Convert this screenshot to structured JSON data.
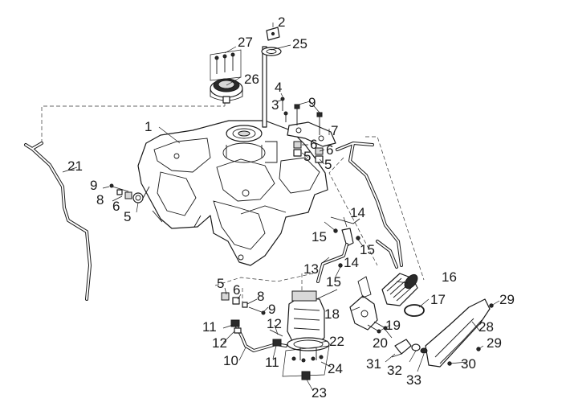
{
  "callouts": {
    "c1": "1",
    "c2": "2",
    "c3": "3",
    "c4": "4",
    "c5": "5",
    "c6": "6",
    "c7": "7",
    "c8": "8",
    "c9": "9",
    "c10": "10",
    "c11": "11",
    "c12": "12",
    "c13": "13",
    "c14": "14",
    "c15": "15",
    "c16": "16",
    "c17": "17",
    "c18": "18",
    "c19": "19",
    "c20": "20",
    "c21": "21",
    "c22": "22",
    "c23": "23",
    "c24": "24",
    "c25": "25",
    "c26": "26",
    "c27": "27",
    "c28": "28",
    "c29": "29",
    "c30": "30",
    "c31": "31",
    "c32": "32",
    "c33": "33"
  },
  "colors": {
    "line": "#1a1a1a",
    "background": "#ffffff"
  }
}
